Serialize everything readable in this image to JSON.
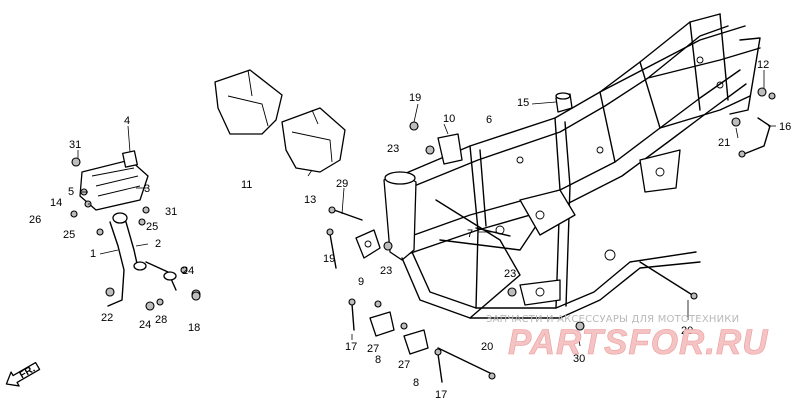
{
  "callouts": [
    {
      "id": "c1",
      "text": "1"
    },
    {
      "id": "c2",
      "text": "2"
    },
    {
      "id": "c3",
      "text": "3"
    },
    {
      "id": "c4",
      "text": "4"
    },
    {
      "id": "c5",
      "text": "5"
    },
    {
      "id": "c6",
      "text": "6"
    },
    {
      "id": "c7",
      "text": "7"
    },
    {
      "id": "c8a",
      "text": "8"
    },
    {
      "id": "c8b",
      "text": "8"
    },
    {
      "id": "c9",
      "text": "9"
    },
    {
      "id": "c10",
      "text": "10"
    },
    {
      "id": "c11",
      "text": "11"
    },
    {
      "id": "c12",
      "text": "12"
    },
    {
      "id": "c13",
      "text": "13"
    },
    {
      "id": "c14",
      "text": "14"
    },
    {
      "id": "c15",
      "text": "15"
    },
    {
      "id": "c16",
      "text": "16"
    },
    {
      "id": "c17a",
      "text": "17"
    },
    {
      "id": "c17b",
      "text": "17"
    },
    {
      "id": "c18",
      "text": "18"
    },
    {
      "id": "c19a",
      "text": "19"
    },
    {
      "id": "c19b",
      "text": "19"
    },
    {
      "id": "c20a",
      "text": "20"
    },
    {
      "id": "c20b",
      "text": "20"
    },
    {
      "id": "c21",
      "text": "21"
    },
    {
      "id": "c22",
      "text": "22"
    },
    {
      "id": "c23a",
      "text": "23"
    },
    {
      "id": "c23b",
      "text": "23"
    },
    {
      "id": "c23c",
      "text": "23"
    },
    {
      "id": "c24a",
      "text": "24"
    },
    {
      "id": "c24b",
      "text": "24"
    },
    {
      "id": "c25a",
      "text": "25"
    },
    {
      "id": "c25b",
      "text": "25"
    },
    {
      "id": "c26",
      "text": "26"
    },
    {
      "id": "c27a",
      "text": "27"
    },
    {
      "id": "c27b",
      "text": "27"
    },
    {
      "id": "c28",
      "text": "28"
    },
    {
      "id": "c29",
      "text": "29"
    },
    {
      "id": "c30",
      "text": "30"
    },
    {
      "id": "c31a",
      "text": "31"
    },
    {
      "id": "c31b",
      "text": "31"
    }
  ],
  "direction_label": "FR.",
  "watermark": {
    "caption": "ЗАПЧАСТИ И АКСЕССУАРЫ ДЛЯ МОТОТЕХНИКИ",
    "logo": "PARTSFOR.RU"
  }
}
